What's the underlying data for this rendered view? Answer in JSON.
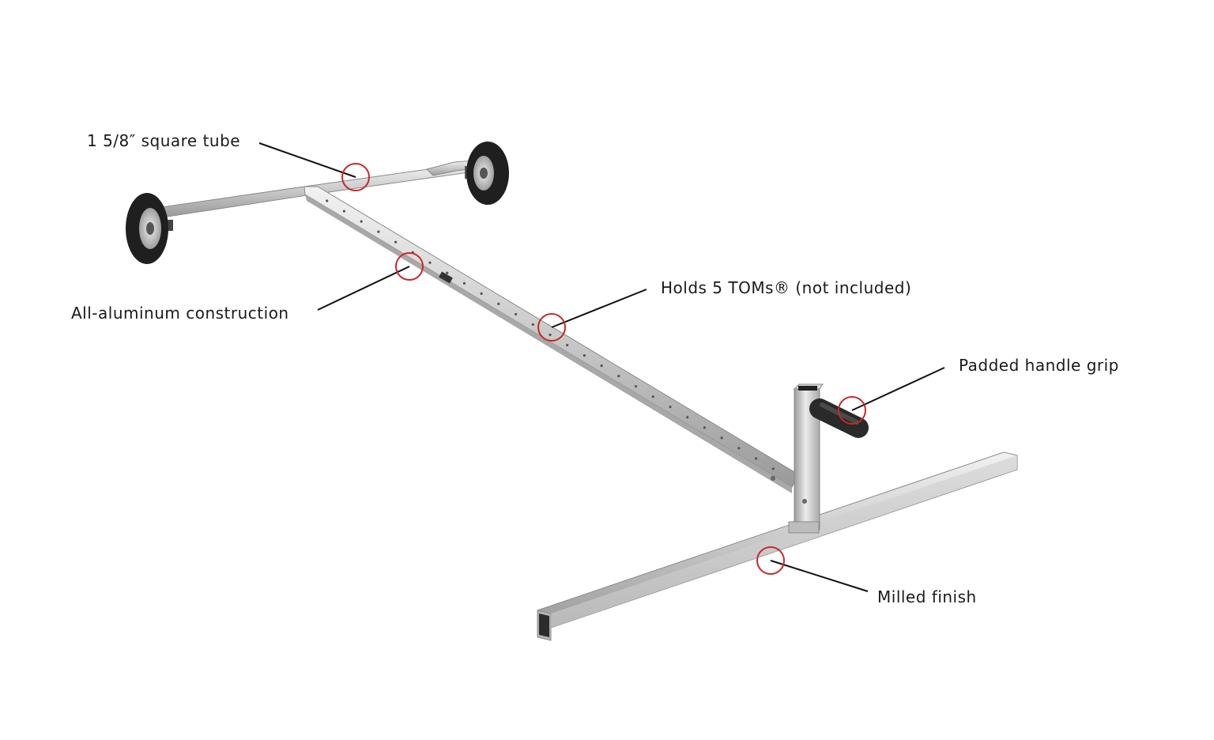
{
  "callouts": [
    {
      "id": "square-tube",
      "label": "1 5/8″ square tube"
    },
    {
      "id": "aluminum",
      "label": "All-aluminum construction"
    },
    {
      "id": "holds-toms",
      "label": "Holds 5 TOMs® (not included)"
    },
    {
      "id": "handle-grip",
      "label": "Padded handle grip"
    },
    {
      "id": "milled-finish",
      "label": "Milled finish"
    }
  ],
  "colors": {
    "callout_ring": "#c62828",
    "leader_line": "#111111",
    "tube_light": "#e6e6e6",
    "tube_mid": "#bdbdbd",
    "tube_dark": "#8a8a8a",
    "tire": "#1f1f1f",
    "grip": "#2a2a2a"
  }
}
